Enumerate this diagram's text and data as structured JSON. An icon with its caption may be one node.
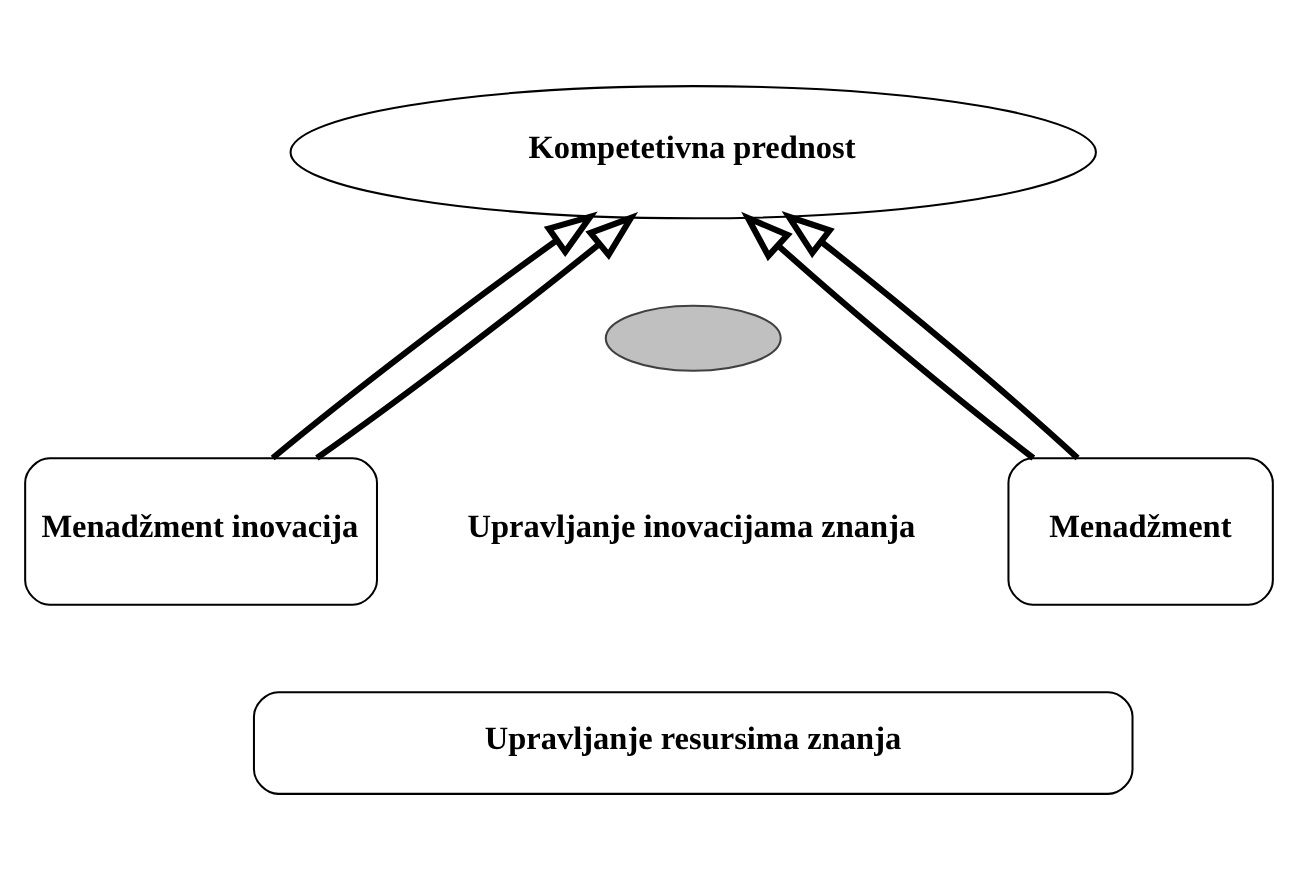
{
  "diagram": {
    "nodes": [
      {
        "text": [
          "Kompetetivna prednost"
        ]
      },
      {
        "text": [],
        "shape": "cycle"
      },
      {
        "text": [
          "Menadžment inovacija"
        ]
      },
      {
        "text": [
          "Upravljanje inovacijama znanja"
        ]
      },
      {
        "text": [
          "Menadžment"
        ]
      },
      {
        "text": [
          "Upravljanje resursima znanja"
        ]
      }
    ],
    "edges": [
      {
        "from": 2,
        "to": 0,
        "arrow": "to"
      },
      {
        "from": 2,
        "to": 0,
        "arrow": "to"
      },
      {
        "from": 4,
        "to": 0,
        "arrow": "to"
      },
      {
        "from": 4,
        "to": 0,
        "arrow": "to"
      }
    ]
  }
}
